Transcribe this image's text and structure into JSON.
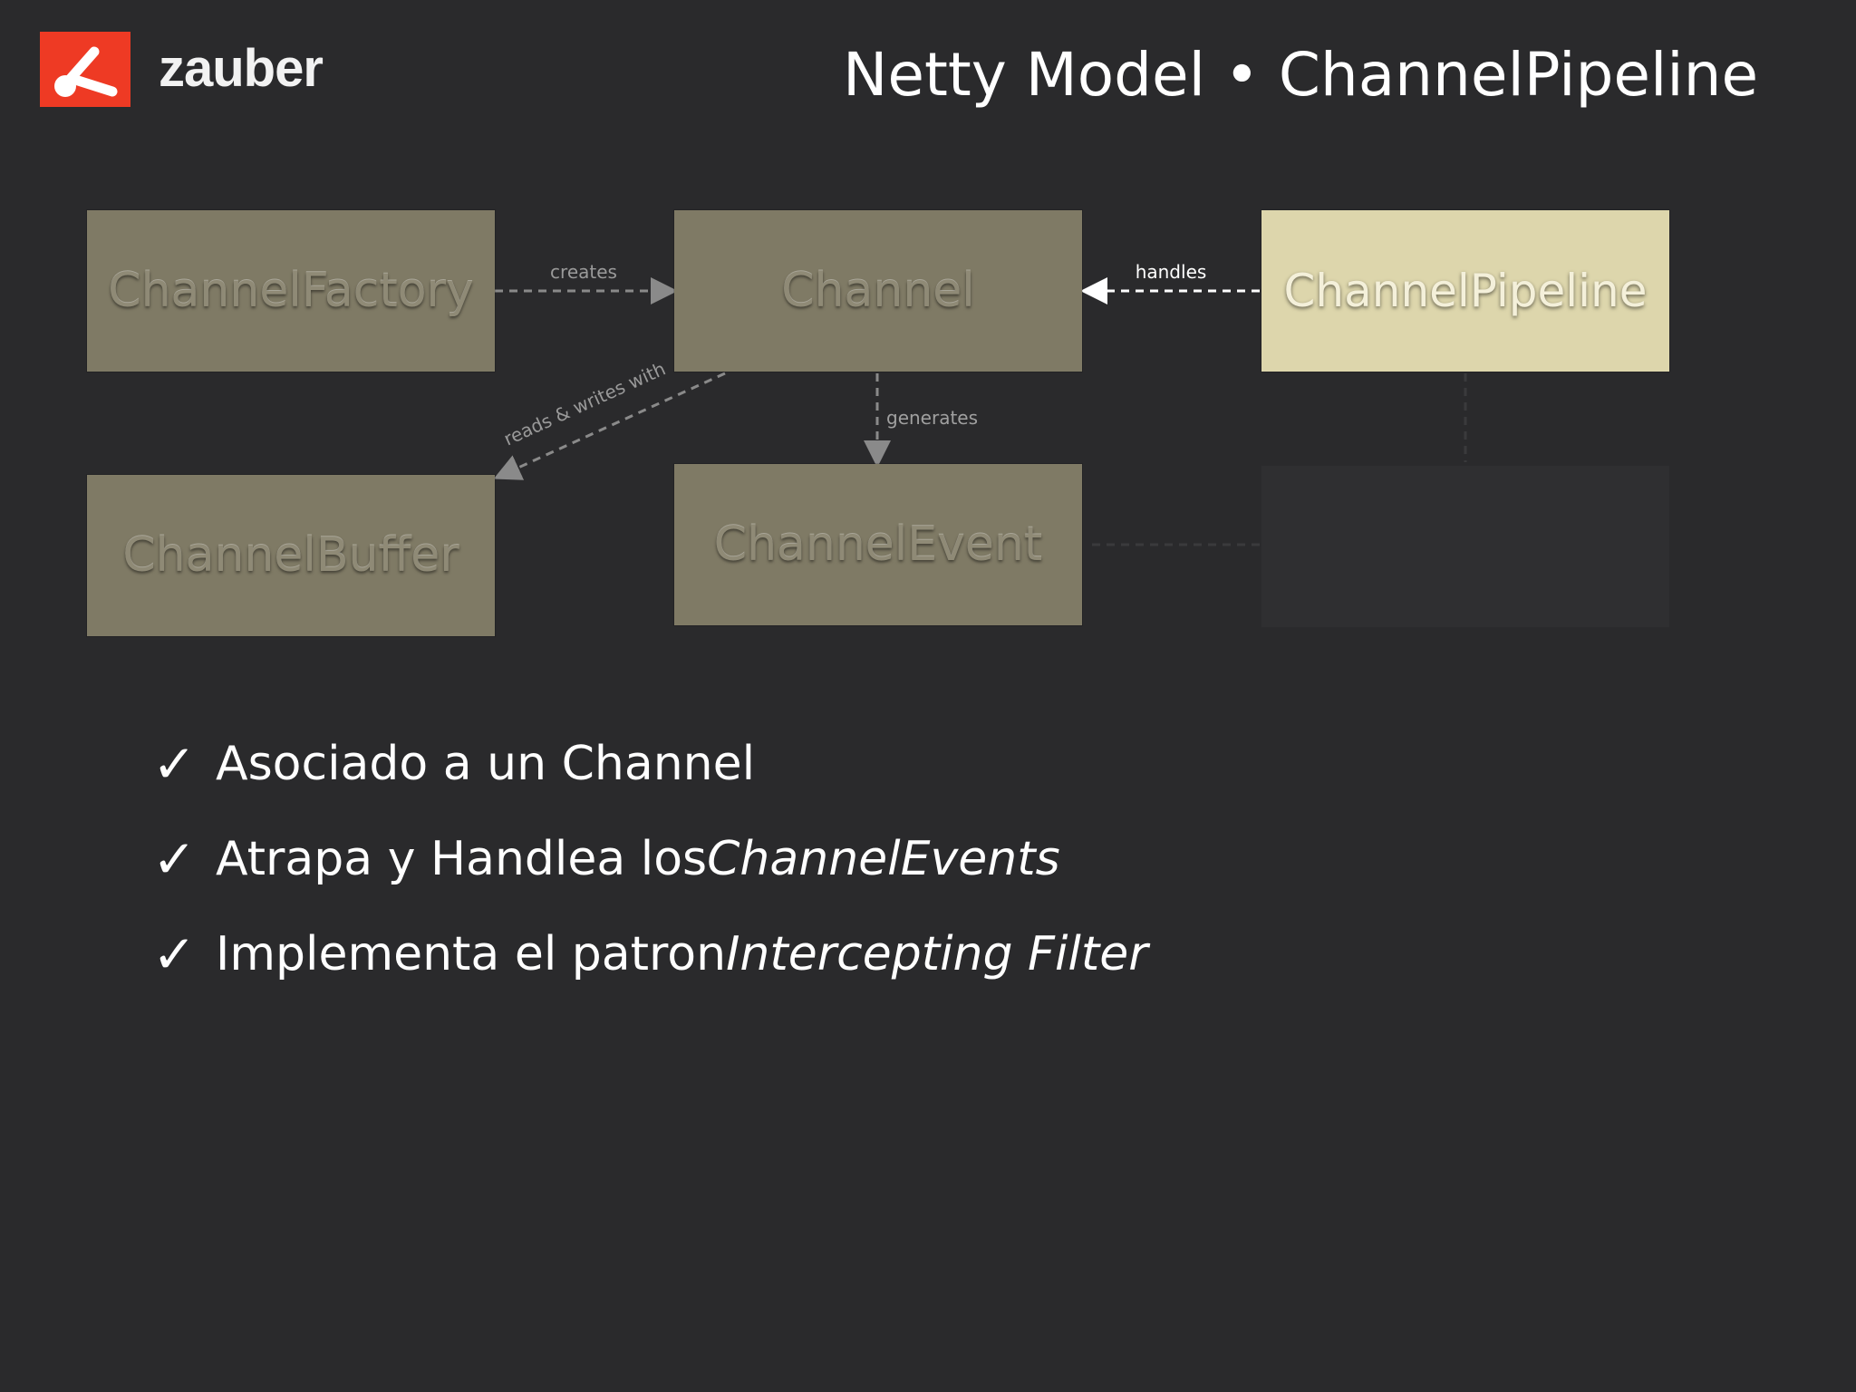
{
  "brand": {
    "name": "zauber",
    "logo_color": "#ee3a24"
  },
  "slide": {
    "title": "Netty Model • ChannelPipeline"
  },
  "diagram": {
    "nodes": {
      "factory": "ChannelFactory",
      "channel": "Channel",
      "pipeline": "ChannelPipeline",
      "buffer": "ChannelBuffer",
      "event": "ChannelEvent"
    },
    "edges": {
      "creates": "creates",
      "handles": "handles",
      "reads_writes": "reads & writes with",
      "generates": "generates"
    },
    "colors": {
      "node_fill": "#7f7a65",
      "highlight_fill": "#ddd6ac",
      "background": "#2a2a2c"
    }
  },
  "bullets": [
    {
      "check": "✓",
      "text": "Asociado a un Channel",
      "italic": ""
    },
    {
      "check": "✓",
      "text": "Atrapa y Handlea los ",
      "italic": "ChannelEvents"
    },
    {
      "check": "✓",
      "text": "Implementa el patron ",
      "italic": "Intercepting Filter"
    }
  ]
}
